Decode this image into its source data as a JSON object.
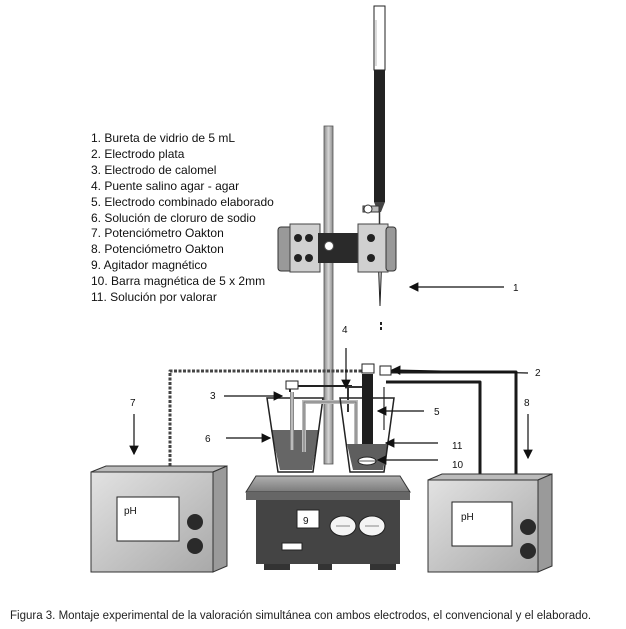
{
  "legend": [
    "1. Bureta de vidrio de 5 mL",
    "2. Electrodo plata",
    "3. Electrodo de calomel",
    "4. Puente salino agar - agar",
    "5. Electrodo combinado elaborado",
    "6. Solución de cloruro de sodio",
    "7. Potenciómetro Oakton",
    "8. Potenciómetro Oakton",
    "9. Agitador magnético",
    "10. Barra magnética de 5 x 2mm",
    "11. Solución por valorar"
  ],
  "callouts": {
    "n1": "1",
    "n2": "2",
    "n3": "3",
    "n4": "4",
    "n5": "5",
    "n6": "6",
    "n7": "7",
    "n8": "8",
    "n9": "9",
    "n10": "10",
    "n11": "11"
  },
  "meters": {
    "left_display": "pH",
    "right_display": "pH"
  },
  "caption": "Figura 3. Montaje experimental de la valoración simultánea con ambos electrodos, el convencional y el elaborado.",
  "colors": {
    "dark": "#1a1a1a",
    "meter_body": "#c8c8c8",
    "stirrer_body": "#444444",
    "solution": "#5e5e5e"
  }
}
